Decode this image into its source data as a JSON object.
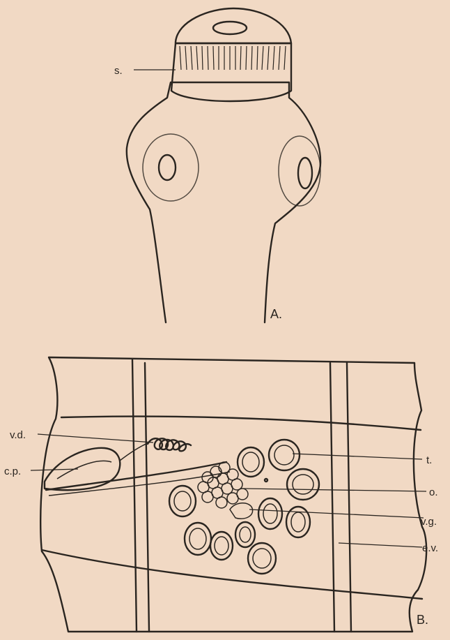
{
  "figure_a": {
    "panel_label": "A.",
    "labels": {
      "sucker_band": "s."
    }
  },
  "figure_b": {
    "panel_label": "B.",
    "labels": {
      "vas_deferens": "v.d.",
      "cirrus_pouch": "c.p.",
      "testis": "t.",
      "ovary": "o.",
      "vitelline_gland": "v.g.",
      "excretory_vessel": "e.v."
    }
  },
  "colors": {
    "paper": "#f1d9c4",
    "ink": "#2a2520"
  }
}
